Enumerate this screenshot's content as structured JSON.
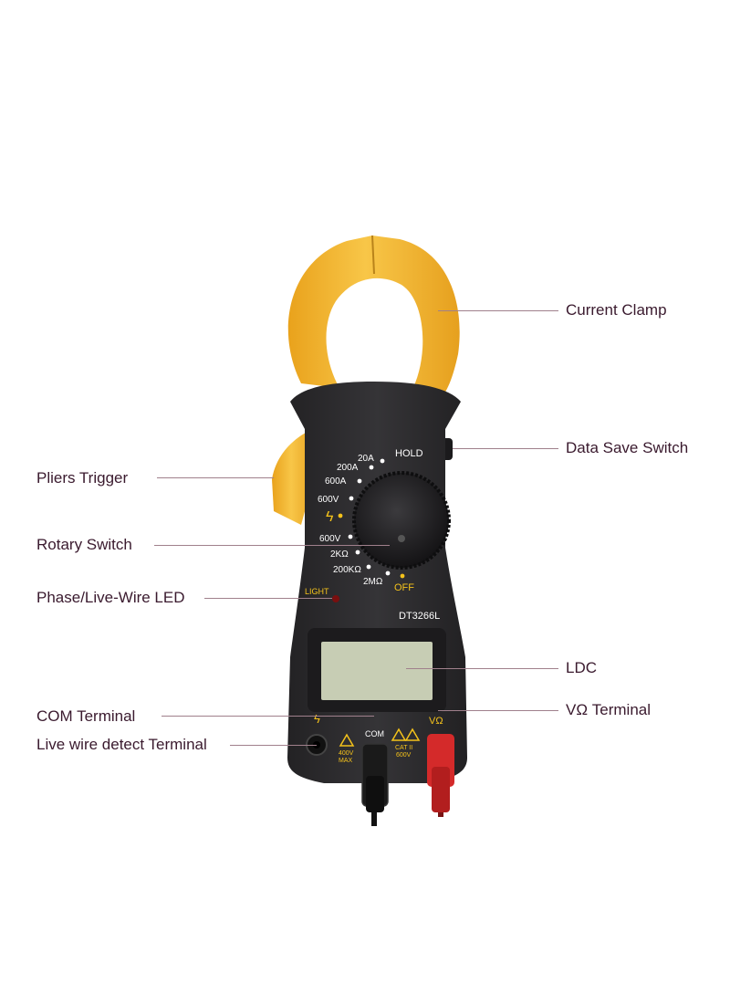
{
  "device": {
    "model": "DT3266L",
    "hold_label": "HOLD",
    "light_label": "LIGHT",
    "com_label": "COM",
    "vohm_label": "VΩ",
    "cat_label": "CAT II",
    "cat_voltage": "600V",
    "max_voltage": "400V",
    "max_label": "MAX",
    "dial_positions": [
      "20A",
      "200A",
      "600A",
      "600V",
      "ϟ",
      "600V",
      "2KΩ",
      "200KΩ",
      "2MΩ",
      "OFF"
    ],
    "colors": {
      "body": "#2e2d30",
      "clamp": "#f6b632",
      "lcd": "#c7cdb4",
      "probe_red": "#d42a2a",
      "probe_black": "#1e1e1e",
      "accent_yellow": "#f4c21b"
    }
  },
  "callouts": {
    "current_clamp": "Current Clamp",
    "data_save_switch": "Data Save Switch",
    "pliers_trigger": "Pliers Trigger",
    "rotary_switch": "Rotary Switch",
    "phase_led": "Phase/Live-Wire LED",
    "ldc": "LDC",
    "com_terminal": "COM Terminal",
    "vohm_terminal": "VΩ Terminal",
    "live_wire_terminal": "Live wire detect Terminal"
  }
}
